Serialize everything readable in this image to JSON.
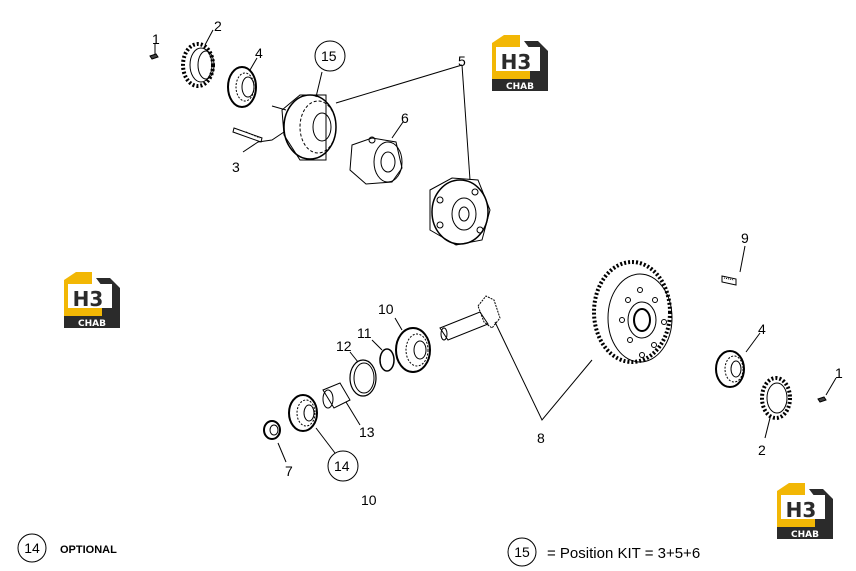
{
  "callouts": {
    "c1a": "1",
    "c2a": "2",
    "c4a": "4",
    "c15": "15",
    "c5": "5",
    "c6": "6",
    "c3": "3",
    "c9": "9",
    "c10a": "10",
    "c11": "11",
    "c12": "12",
    "c13": "13",
    "c14": "14",
    "c7": "7",
    "c10b": "10",
    "c8": "8",
    "c4b": "4",
    "c1b": "1",
    "c2b": "2"
  },
  "legend": {
    "optional_number": "14",
    "optional_label": "OPTIONAL",
    "kit_number": "15",
    "kit_label": "= Position KIT = 3+5+6"
  },
  "watermark": {
    "mark": "H3",
    "label": "CHAB"
  },
  "colors": {
    "logo_yellow": "#f2b705",
    "logo_dark": "#2b2b2b",
    "line": "#000000"
  }
}
